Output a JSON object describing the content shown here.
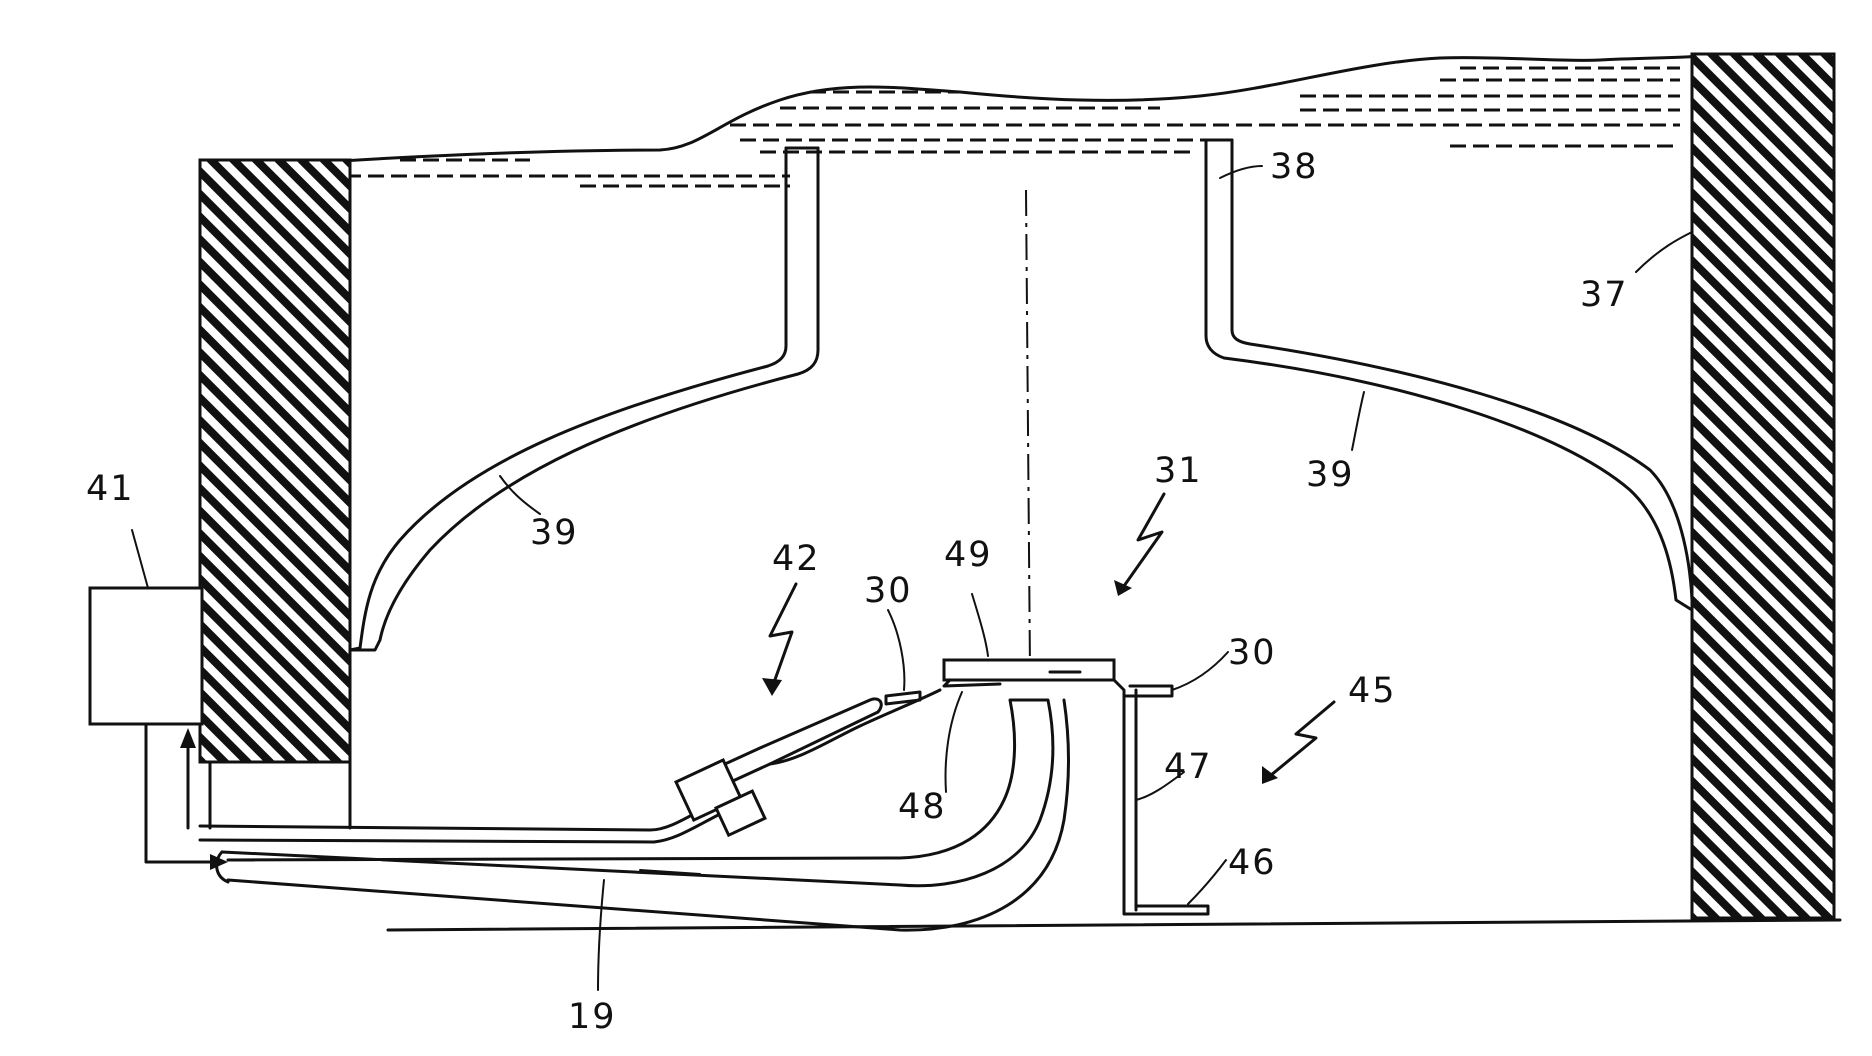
{
  "figure": {
    "labels": {
      "l41": "41",
      "l39a": "39",
      "l39b": "39",
      "l42": "42",
      "l30a": "30",
      "l49": "49",
      "l31": "31",
      "l38": "38",
      "l37": "37",
      "l30b": "30",
      "l45": "45",
      "l47": "47",
      "l48": "48",
      "l46": "46",
      "l19": "19"
    }
  }
}
